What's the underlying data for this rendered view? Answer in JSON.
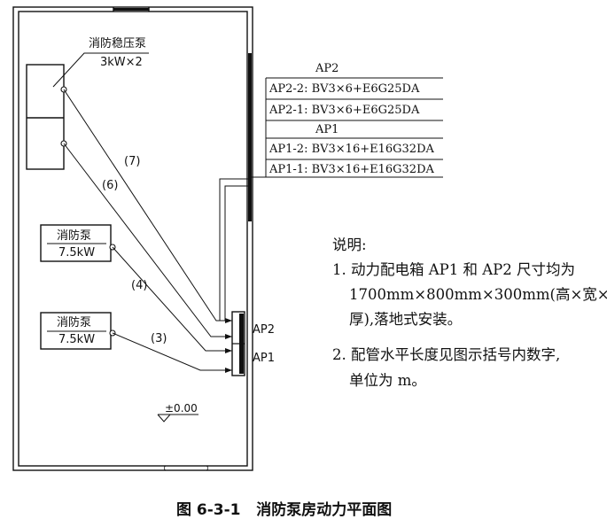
{
  "pumps": {
    "stabilizer": {
      "name": "消防稳压泵",
      "power": "3kW×2"
    },
    "pump1": {
      "name": "消防泵",
      "power": "7.5kW"
    },
    "pump2": {
      "name": "消防泵",
      "power": "7.5kW"
    }
  },
  "conduit_labels": [
    "(7)",
    "(6)",
    "(4)",
    "(3)"
  ],
  "boxes": {
    "ap2": "AP2",
    "ap1": "AP1"
  },
  "elevation": "±0.00",
  "cable_table": {
    "group_ap2": "AP2",
    "ap2_2": "AP2-2: BV3×6+E6G25DA",
    "ap2_1": "AP2-1: BV3×6+E6G25DA",
    "group_ap1": "AP1",
    "ap1_2": "AP1-2: BV3×16+E16G32DA",
    "ap1_1": "AP1-1: BV3×16+E16G32DA"
  },
  "notes": {
    "title": "说明:",
    "item1_line1": "1. 动力配电箱 AP1 和 AP2 尺寸均为",
    "item1_line2": "1700mm×800mm×300mm(高×宽×",
    "item1_line3": "厚),落地式安装。",
    "item2_line1": "2. 配管水平长度见图示括号内数字,",
    "item2_line2": "单位为 m。"
  },
  "caption": "图 6-3-1   消防泵房动力平面图"
}
